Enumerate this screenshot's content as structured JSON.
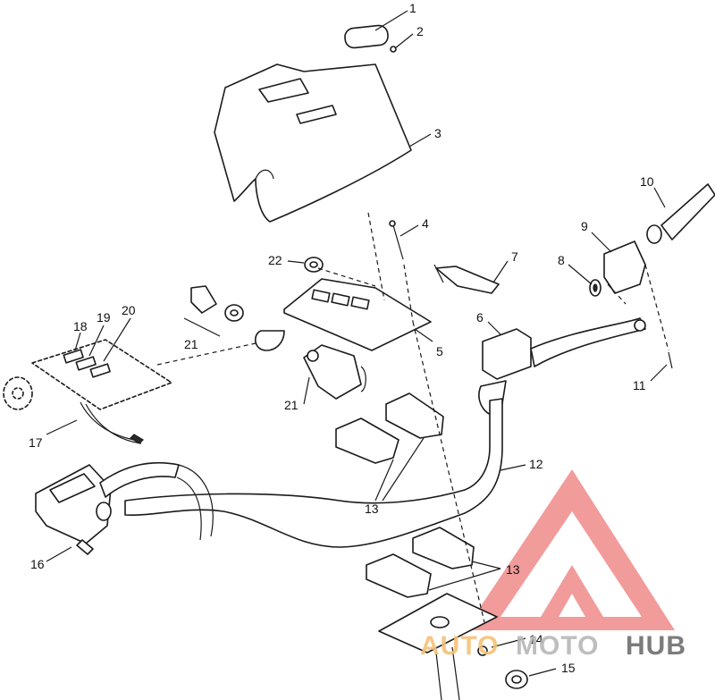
{
  "callouts": {
    "c1": "1",
    "c2": "2",
    "c3": "3",
    "c4": "4",
    "c5": "5",
    "c6": "6",
    "c7": "7",
    "c8": "8",
    "c9": "9",
    "c10": "10",
    "c11": "11",
    "c12": "12",
    "c13a": "13",
    "c13b": "13",
    "c14": "14",
    "c15": "15",
    "c16": "16",
    "c17": "17",
    "c18": "18",
    "c19": "19",
    "c20": "20",
    "c21a": "21",
    "c21b": "21",
    "c22": "22"
  },
  "watermark": {
    "part1": "AUTO",
    "part2": "MOTO",
    "part3": "HUB",
    "colors": {
      "logo_red": "#f08a8a",
      "auto_orange": "#f5c27a",
      "moto_gray": "#b8b8b8",
      "hub_dark": "#6e6e6e"
    }
  },
  "colors": {
    "line": "#1a1a1a",
    "background": "#ffffff"
  }
}
